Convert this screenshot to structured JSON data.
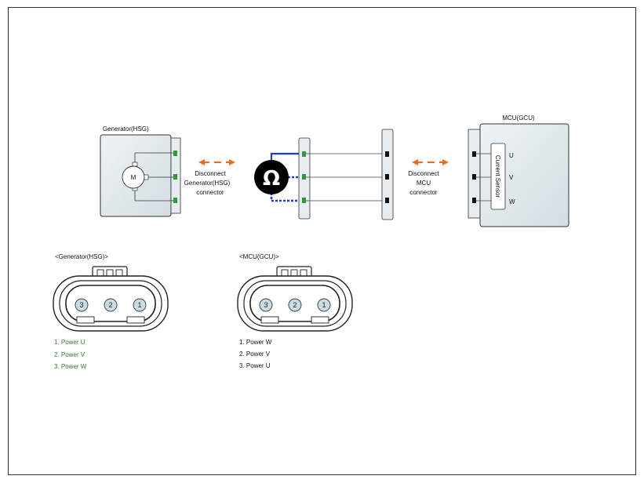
{
  "colors": {
    "box_fill": "#dde6ea",
    "connector_green": "#2f9a3a",
    "arrow_orange": "#f26a1b",
    "probe_blue": "#1f3bd1",
    "legend_green": "#2e7d32"
  },
  "generator": {
    "title": "Generator(HSG)",
    "motor_label": "M"
  },
  "disconnect_generator": {
    "line1": "Disconnect",
    "line2": "Generator(HSG)",
    "line3": "connector"
  },
  "ohmmeter": {
    "symbol": "Ω",
    "icon": "ohmmeter-icon"
  },
  "disconnect_mcu": {
    "line1": "Disconnect",
    "line2": "MCU",
    "line3": "connector"
  },
  "mcu": {
    "title": "MCU(GCU)",
    "sensor_label": "Current Sensor",
    "phases": [
      "U",
      "V",
      "W"
    ]
  },
  "generator_connector": {
    "title": "<Generator(HSG)>",
    "pins": [
      "3",
      "2",
      "1"
    ],
    "legend": [
      "1. Power U",
      "2. Power V",
      "3. Power W"
    ]
  },
  "mcu_connector": {
    "title": "<MCU(GCU)>",
    "pins": [
      "3",
      "2",
      "1"
    ],
    "legend": [
      "1. Power W",
      "2. Power V",
      "3. Power U"
    ]
  }
}
